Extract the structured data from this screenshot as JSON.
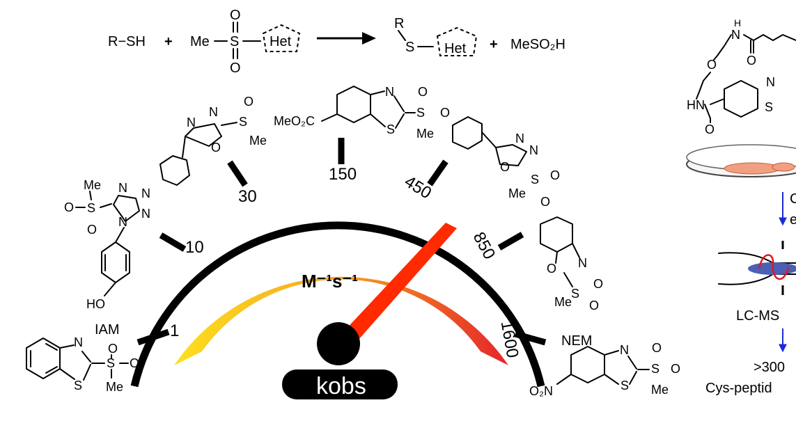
{
  "reaction": {
    "reactant1": "R−SH",
    "plus1": "+",
    "reagent_me": "Me",
    "reagent_s": "S",
    "reagent_o_top": "O",
    "reagent_o_bottom": "O",
    "het": "Het",
    "product_r": "R",
    "product_s": "S",
    "product_het": "Het",
    "plus2": "+",
    "byproduct": "MeSO₂H"
  },
  "gauge": {
    "unit": "M⁻¹s⁻¹",
    "badge": "kobs",
    "ticks": [
      "1",
      "10",
      "30",
      "150",
      "450",
      "850",
      "1600"
    ],
    "left_label": "IAM",
    "right_label": "NEM",
    "colors": {
      "low": "#fde01f",
      "mid": "#f7a11f",
      "high": "#e5242b",
      "needle": "#ff2a00"
    }
  },
  "molecules": {
    "m1": {
      "atoms": [
        "N",
        "S",
        "S",
        "O",
        "O",
        "Me"
      ]
    },
    "m2": {
      "atoms": [
        "Me",
        "O",
        "S",
        "O",
        "N",
        "N",
        "N",
        "N",
        "HO"
      ]
    },
    "m3": {
      "atoms": [
        "N",
        "N",
        "O",
        "S",
        "O",
        "Me"
      ]
    },
    "m4": {
      "atoms": [
        "MeO₂C",
        "N",
        "S",
        "S",
        "O",
        "O",
        "Me"
      ]
    },
    "m5": {
      "atoms": [
        "N",
        "N",
        "O",
        "S",
        "O",
        "O",
        "Me"
      ]
    },
    "m6": {
      "atoms": [
        "N",
        "O",
        "S",
        "O",
        "O",
        "Me"
      ]
    },
    "m7": {
      "atoms": [
        "O₂N",
        "N",
        "S",
        "S",
        "O",
        "O",
        "Me"
      ]
    }
  },
  "workflow": {
    "linker_atoms": [
      "H",
      "N",
      "O",
      "O",
      "HN",
      "O",
      "N",
      "S"
    ],
    "step1_text": [
      "C",
      "e"
    ],
    "step2_text": "LC-MS",
    "result_line1": ">300",
    "result_line2": "Cys-peptid"
  }
}
